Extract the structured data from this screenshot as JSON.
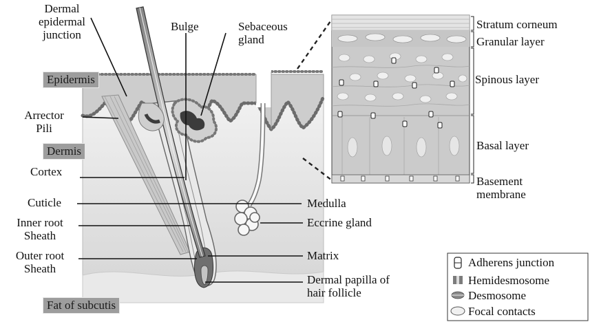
{
  "labels": {
    "dermal_epidermal_junction": "Dermal epidermal junction",
    "dej_line1": "Dermal",
    "dej_line2": "epidermal",
    "dej_line3": "junction",
    "bulge": "Bulge",
    "sebaceous_line1": "Sebaceous",
    "sebaceous_line2": "gland",
    "arrector_line1": "Arrector",
    "arrector_line2": "Pili",
    "cortex": "Cortex",
    "cuticle": "Cuticle",
    "inner_root_line1": "Inner root",
    "inner_root_line2": "Sheath",
    "outer_root_line1": "Outer root",
    "outer_root_line2": "Sheath",
    "medulla": "Medulla",
    "eccrine_gland": "Eccrine gland",
    "matrix": "Matrix",
    "papilla_line1": "Dermal papilla of",
    "papilla_line2": "hair follicle",
    "stratum_corneum": "Stratum corneum",
    "granular_layer": "Granular layer",
    "spinous_layer": "Spinous layer",
    "basal_layer": "Basal layer",
    "basement_line1": "Basement",
    "basement_line2": "membrane"
  },
  "regions": {
    "epidermis": "Epidermis",
    "dermis": "Dermis",
    "fat": "Fat of subcutis"
  },
  "legend": [
    {
      "icon": "adherens-junction-icon",
      "label": "Adherens junction"
    },
    {
      "icon": "hemidesmosome-icon",
      "label": "Hemidesmosome"
    },
    {
      "icon": "desmosome-icon",
      "label": "Desmosome"
    },
    {
      "icon": "focal-contacts-icon",
      "label": "Focal contacts"
    }
  ],
  "colors": {
    "dermis_top": "#f2f2f2",
    "dermis_bottom": "#d9d9d9",
    "epidermis": "#cfcfcf",
    "bead": "#888888",
    "dark": "#3a3a3a",
    "fat": "#e6e6e6",
    "label_box": "#9d9d9d"
  }
}
